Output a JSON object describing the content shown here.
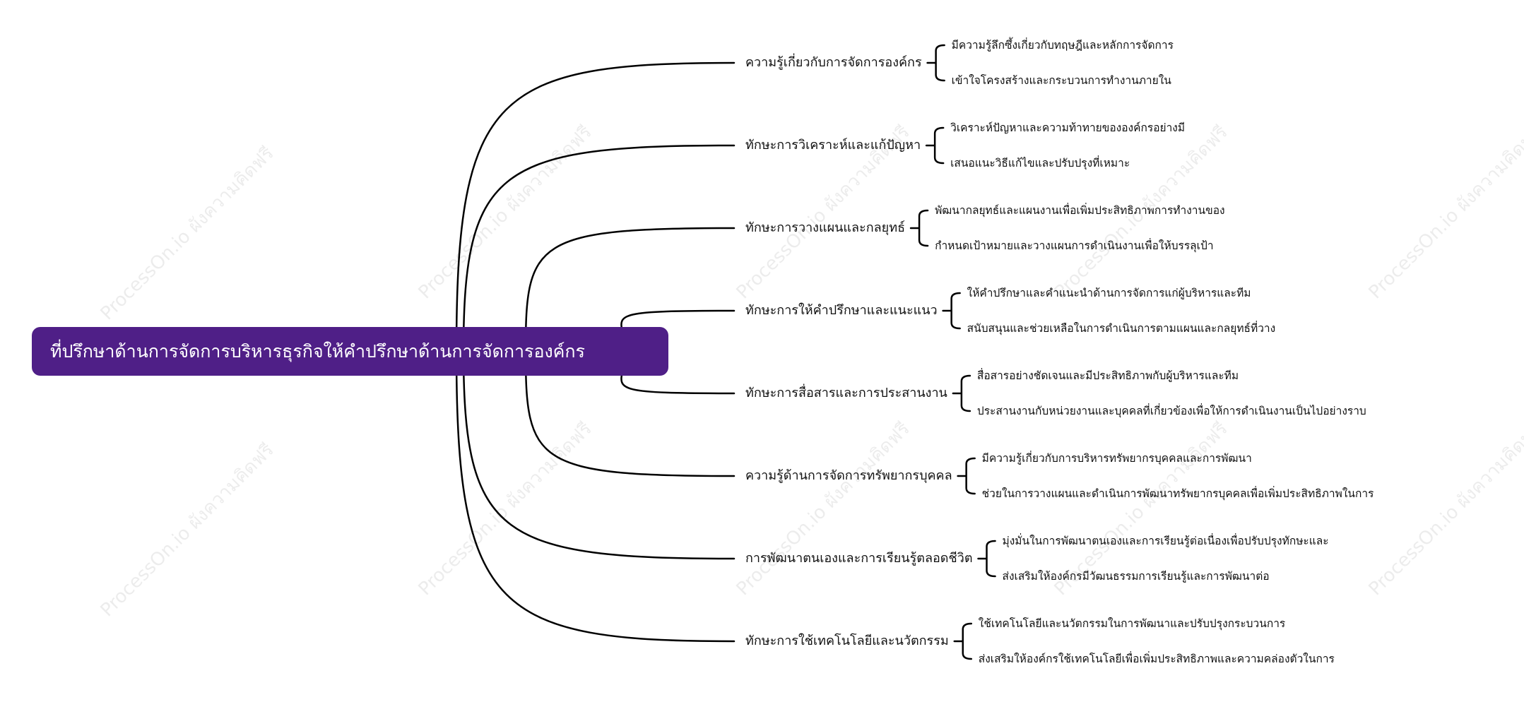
{
  "colors": {
    "root_fill": "#4f1f87",
    "root_text": "#ffffff",
    "line": "#000000",
    "text": "#111111"
  },
  "watermark": "ProcessOn.io ผังความคิดฟรี",
  "root": {
    "label": "ที่ปรึกษาด้านการจัดการบริหารธุรกิจให้คำปรึกษาด้านการจัดการองค์กร"
  },
  "branches": [
    {
      "label": "ความรู้เกี่ยวกับการจัดการองค์กร",
      "children": [
        "มีความรู้ลึกซึ้งเกี่ยวกับทฤษฎีและหลักการจัดการ",
        "เข้าใจโครงสร้างและกระบวนการทำงานภายใน"
      ]
    },
    {
      "label": "ทักษะการวิเคราะห์และแก้ปัญหา",
      "children": [
        "วิเคราะห์ปัญหาและความท้าทายขององค์กรอย่างมี",
        "เสนอแนะวิธีแก้ไขและปรับปรุงที่เหมาะ"
      ]
    },
    {
      "label": "ทักษะการวางแผนและกลยุทธ์",
      "children": [
        "พัฒนากลยุทธ์และแผนงานเพื่อเพิ่มประสิทธิภาพการทำงานของ",
        "กำหนดเป้าหมายและวางแผนการดำเนินงานเพื่อให้บรรลุเป้า"
      ]
    },
    {
      "label": "ทักษะการให้คำปรึกษาและแนะแนว",
      "children": [
        "ให้คำปรึกษาและคำแนะนำด้านการจัดการแก่ผู้บริหารและทีม",
        "สนับสนุนและช่วยเหลือในการดำเนินการตามแผนและกลยุทธ์ที่วาง"
      ]
    },
    {
      "label": "ทักษะการสื่อสารและการประสานงาน",
      "children": [
        "สื่อสารอย่างชัดเจนและมีประสิทธิภาพกับผู้บริหารและทีม",
        "ประสานงานกับหน่วยงานและบุคคลที่เกี่ยวข้องเพื่อให้การดำเนินงานเป็นไปอย่างราบ"
      ]
    },
    {
      "label": "ความรู้ด้านการจัดการทรัพยากรบุคคล",
      "children": [
        "มีความรู้เกี่ยวกับการบริหารทรัพยากรบุคคลและการพัฒนา",
        "ช่วยในการวางแผนและดำเนินการพัฒนาทรัพยากรบุคคลเพื่อเพิ่มประสิทธิภาพในการ"
      ]
    },
    {
      "label": "การพัฒนาตนเองและการเรียนรู้ตลอดชีวิต",
      "children": [
        "มุ่งมั่นในการพัฒนาตนเองและการเรียนรู้ต่อเนื่องเพื่อปรับปรุงทักษะและ",
        "ส่งเสริมให้องค์กรมีวัฒนธรรมการเรียนรู้และการพัฒนาต่อ"
      ]
    },
    {
      "label": "ทักษะการใช้เทคโนโลยีและนวัตกรรม",
      "children": [
        "ใช้เทคโนโลยีและนวัตกรรมในการพัฒนาและปรับปรุงกระบวนการ",
        "ส่งเสริมให้องค์กรใช้เทคโนโลยีเพื่อเพิ่มประสิทธิภาพและความคล่องตัวในการ"
      ]
    }
  ]
}
